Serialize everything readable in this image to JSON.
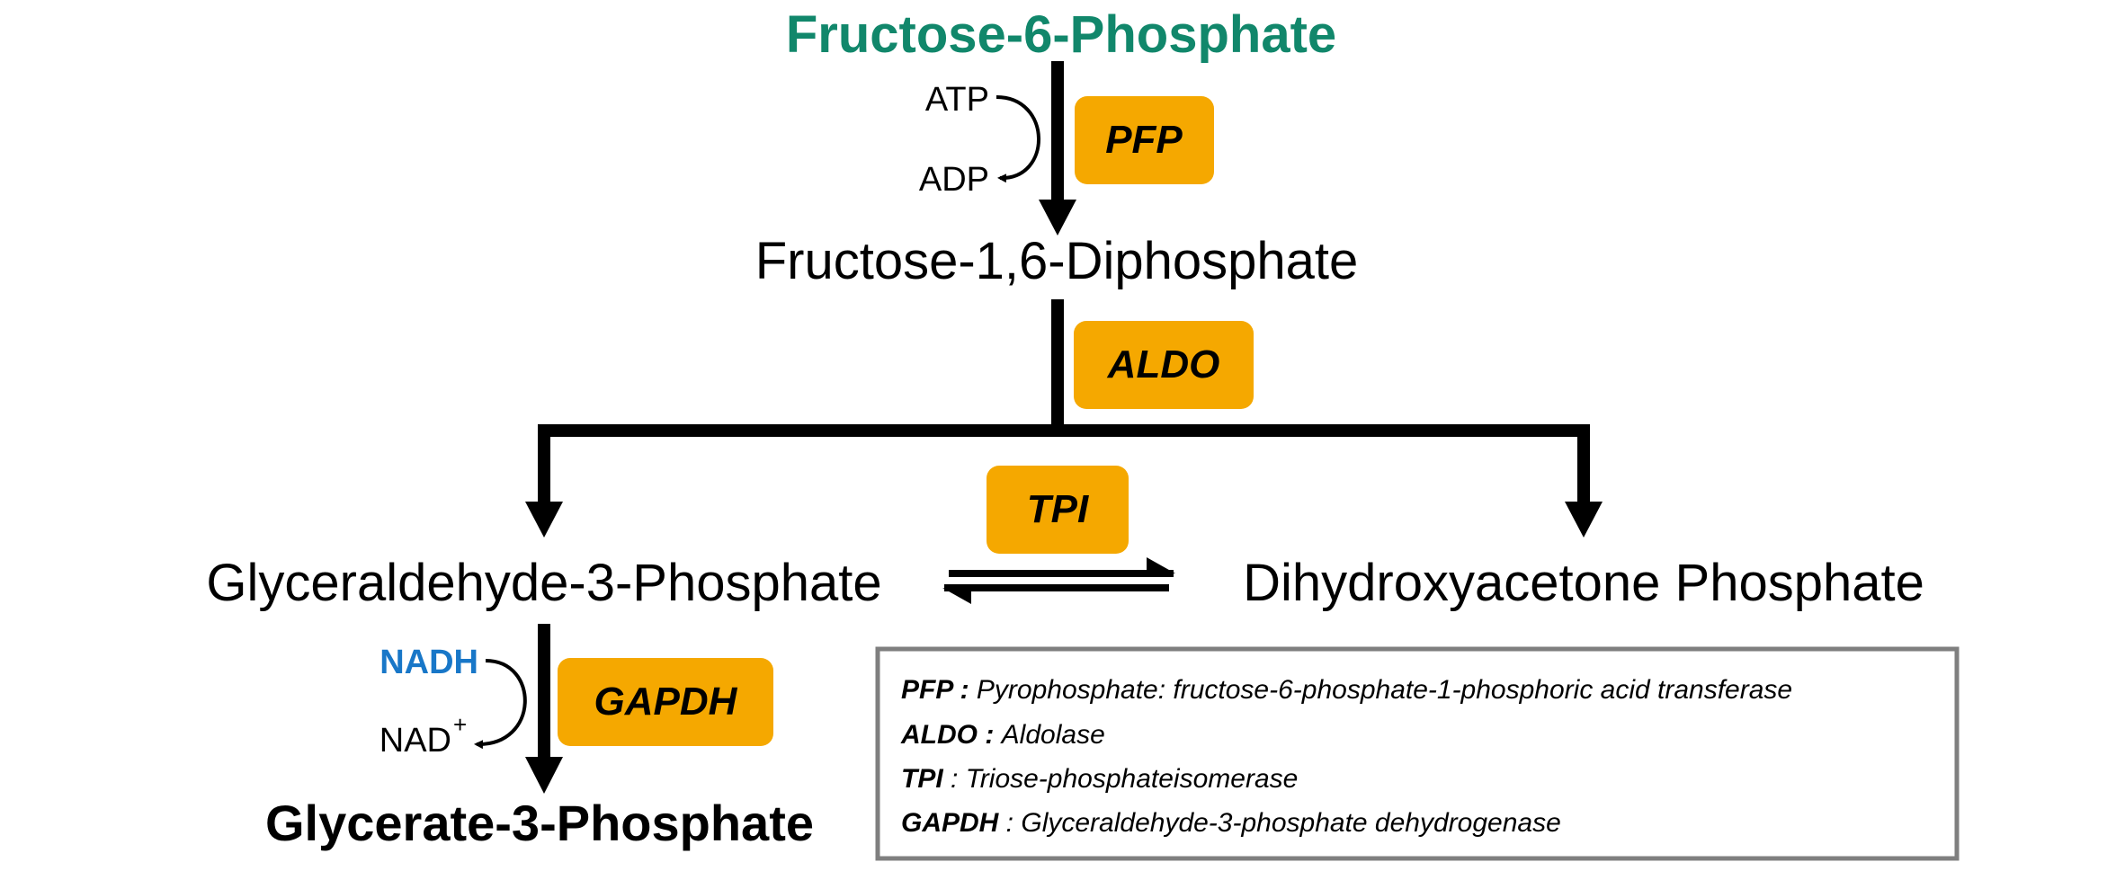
{
  "colors": {
    "start_metabolite": "#11876b",
    "enzyme_box": "#f5a800",
    "nadh": "#1877c8",
    "arrow": "#000000",
    "legend_border": "#7f7f7f"
  },
  "metabolites": {
    "f6p": "Fructose-6-Phosphate",
    "f16dp": "Fructose-1,6-Diphosphate",
    "g3p": "Glyceraldehyde-3-Phosphate",
    "dhap": "Dihydroxyacetone Phosphate",
    "glycerate3p": "Glycerate-3-Phosphate"
  },
  "cofactors": {
    "atp": "ATP",
    "adp": "ADP",
    "nadh": "NADH",
    "nad": "NAD",
    "nad_sup": "+"
  },
  "enzymes": {
    "pfp": "PFP",
    "aldo": "ALDO",
    "tpi": "TPI",
    "gapdh": "GAPDH"
  },
  "legend": [
    {
      "abbr": "PFP",
      "sep": " : ",
      "desc": "Pyrophosphate: fructose-6-phosphate-1-phosphoric acid transferase"
    },
    {
      "abbr": "ALDO",
      "sep": " : ",
      "desc": "Aldolase"
    },
    {
      "abbr": "TPI",
      "sep": " : ",
      "desc": "Triose-phosphateisomerase"
    },
    {
      "abbr": "GAPDH",
      "sep": " : ",
      "desc": "Glyceraldehyde-3-phosphate dehydrogenase"
    }
  ]
}
